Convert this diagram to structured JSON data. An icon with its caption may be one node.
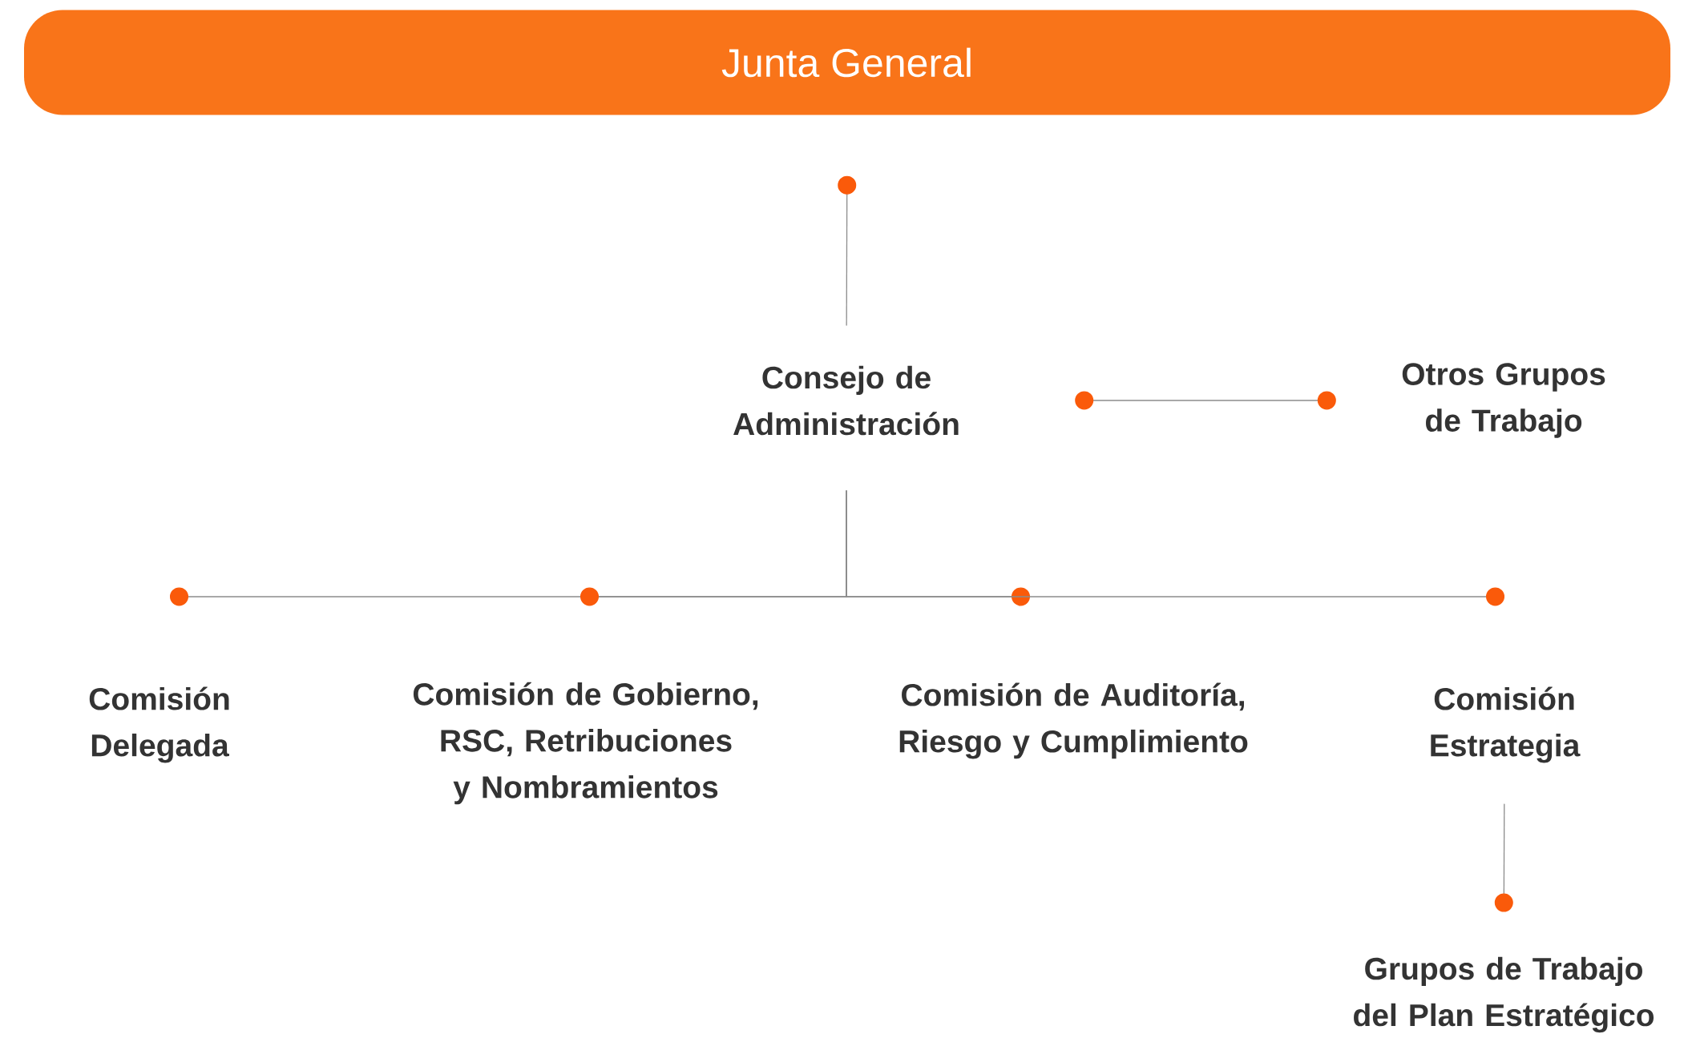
{
  "diagram": {
    "nodes": [
      {
        "text": [
          "Junta General"
        ]
      },
      {
        "text": [
          "Consejo de Administración"
        ]
      },
      {
        "text": [
          "Otros Grupos de Trabajo"
        ]
      },
      {
        "text": [
          "Comisión Delegada"
        ]
      },
      {
        "text": [
          "Comisión de Gobierno, RSC, Retribuciones y Nombramientos"
        ]
      },
      {
        "text": [
          "Comisión de Auditoría, Riesgo y Cumplimiento"
        ]
      },
      {
        "text": [
          "Comisión Estrategia"
        ]
      },
      {
        "text": [
          "Grupos de Trabajo del Plan Estratégico"
        ]
      }
    ],
    "edges": [
      {
        "from": 0,
        "to": 1,
        "arrow": "other"
      },
      {
        "from": 1,
        "to": 2,
        "arrow": "other"
      },
      {
        "from": 1,
        "to": 3,
        "arrow": "other"
      },
      {
        "from": 1,
        "to": 4,
        "arrow": "other"
      },
      {
        "from": 1,
        "to": 5,
        "arrow": "other"
      },
      {
        "from": 1,
        "to": 6,
        "arrow": "other"
      },
      {
        "from": 6,
        "to": 7,
        "arrow": "other"
      }
    ]
  }
}
